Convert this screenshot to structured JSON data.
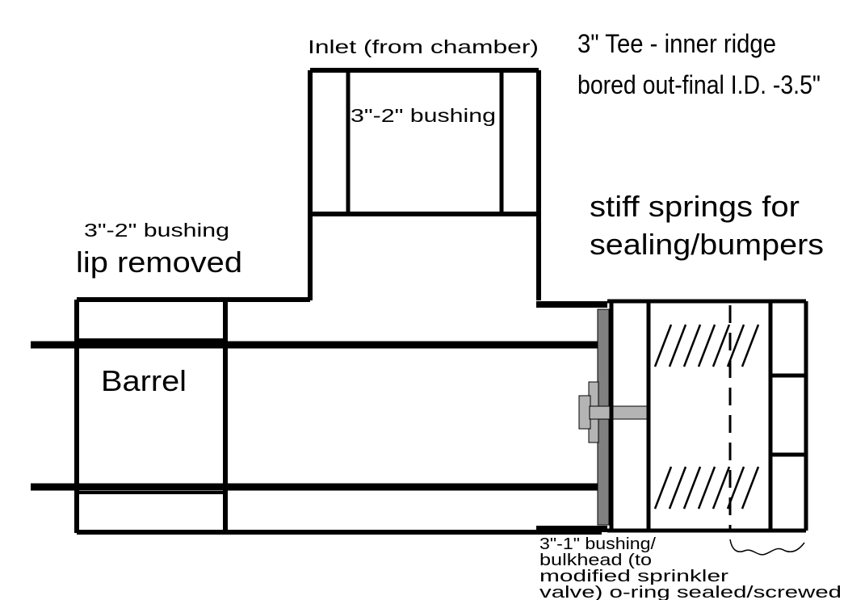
{
  "labels": {
    "inlet": "Inlet (from chamber)",
    "tee_line1": "3\" Tee -  inner ridge",
    "tee_line2": "bored out-final I.D. -3.5\"",
    "top_bushing": "3\"-2\" bushing",
    "left_bushing": "3\"-2\" bushing",
    "lip_removed": "lip removed",
    "springs_line1": "stiff springs for",
    "springs_line2": "sealing/bumpers",
    "barrel": "Barrel",
    "bottom_line1": "3\"-1\" bushing/",
    "bottom_line2": "bulkhead (to",
    "bottom_line3": "modified sprinkler",
    "bottom_line4": "valve) o-ring sealed/screwed"
  },
  "colors": {
    "line": "#000000",
    "bulkhead": "#808080",
    "valve_stem": "#b4b4b4",
    "background": "#ffffff"
  }
}
